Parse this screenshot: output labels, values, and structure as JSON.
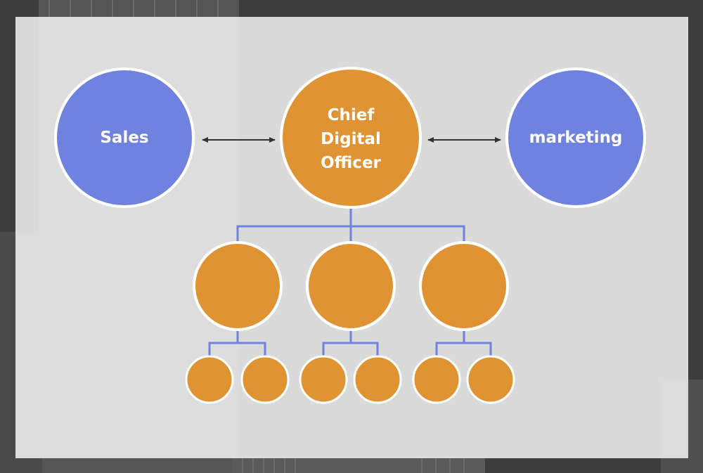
{
  "colors": {
    "executive_node": "#df9332",
    "peer_node": "#6f82df",
    "connector": "#6f82df",
    "arrow": "#333333",
    "node_border": "#ffffff"
  },
  "nodes": {
    "left_peer": {
      "label": "Sales"
    },
    "center": {
      "label_lines": [
        "Chief",
        "Digital",
        "Officer"
      ]
    },
    "right_peer": {
      "label": "marketing"
    }
  },
  "hierarchy": {
    "direct_reports": 3,
    "sub_reports_per_direct": 2
  }
}
